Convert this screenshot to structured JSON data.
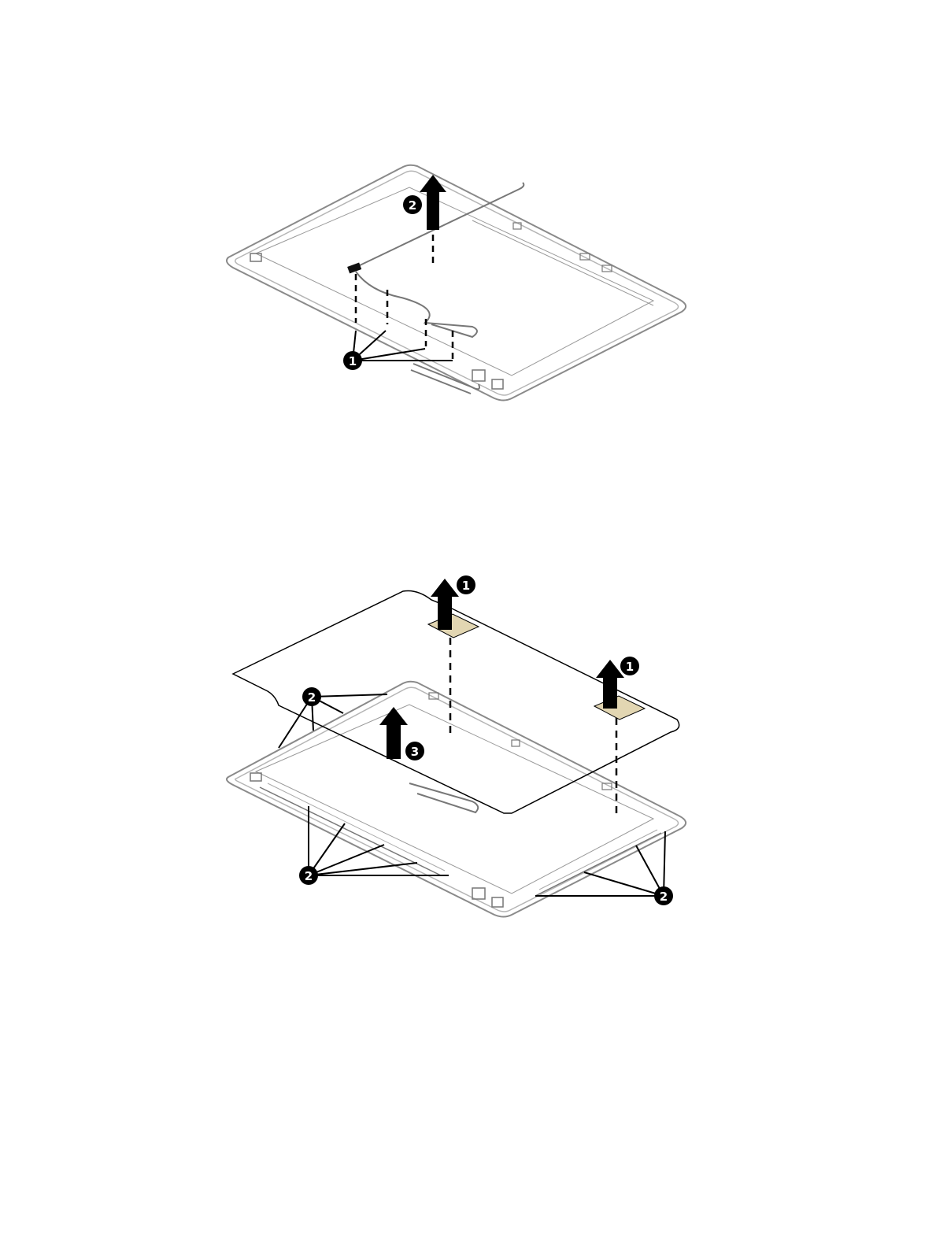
{
  "figures": [
    {
      "id": "cable-removal",
      "callouts": [
        {
          "id": "c1",
          "label": "1"
        },
        {
          "id": "c2",
          "label": "2"
        }
      ]
    },
    {
      "id": "panel-removal",
      "callouts": [
        {
          "id": "c1a",
          "label": "1"
        },
        {
          "id": "c1b",
          "label": "1"
        },
        {
          "id": "c2a",
          "label": "2"
        },
        {
          "id": "c2b",
          "label": "2"
        },
        {
          "id": "c2c",
          "label": "2"
        },
        {
          "id": "c3",
          "label": "3"
        }
      ]
    }
  ],
  "colors": {
    "line": "#000000",
    "frame": "#8a8a8a",
    "tape": "#e2d6b2",
    "callout_bg": "#000000",
    "callout_text": "#ffffff"
  },
  "icons": {
    "arrow": "up-arrow-icon",
    "callout": "numbered-callout-icon"
  }
}
